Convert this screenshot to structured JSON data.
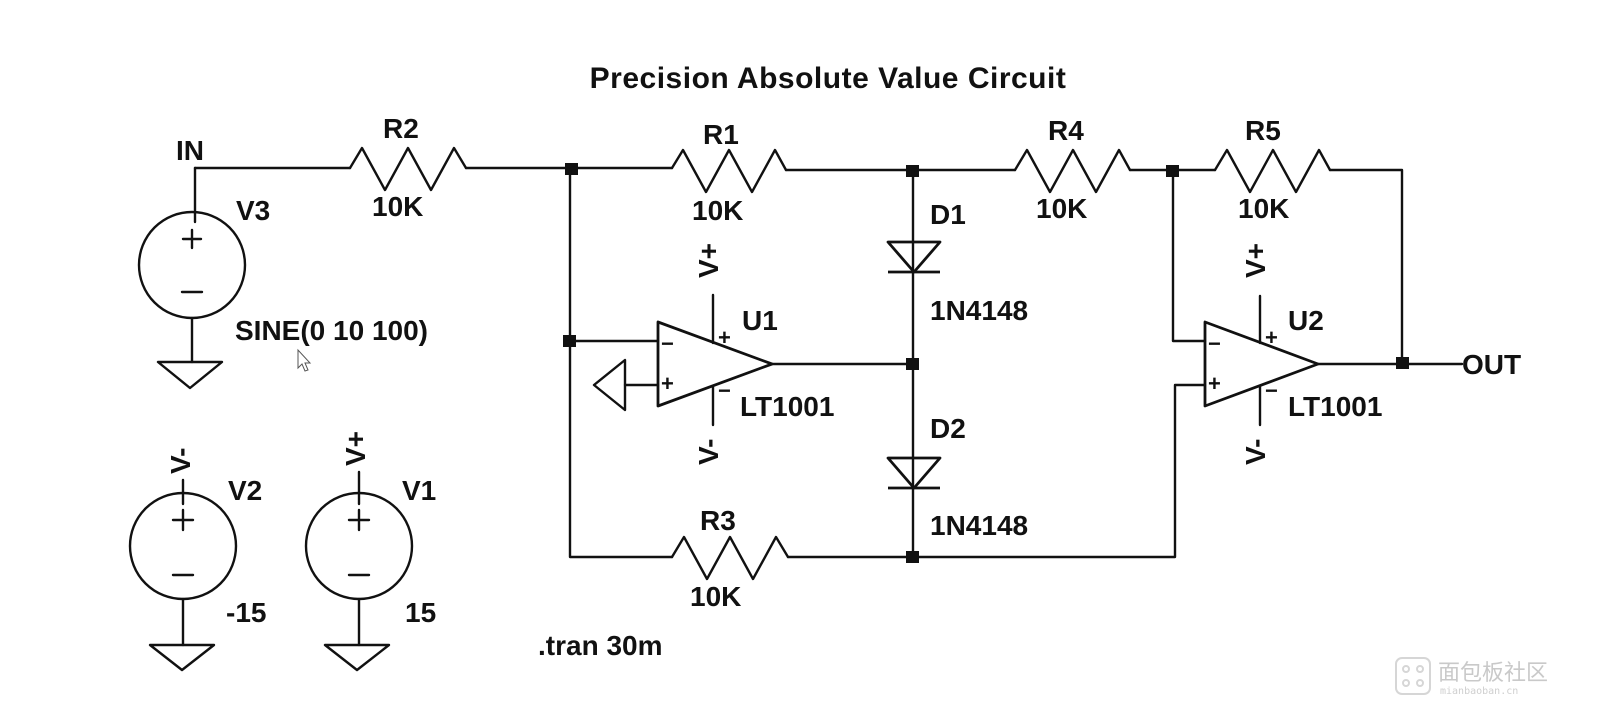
{
  "title": "Precision Absolute Value Circuit",
  "net_labels": {
    "input": "IN",
    "output": "OUT"
  },
  "sources": {
    "v3": {
      "name": "V3",
      "value": "SINE(0 10 100)"
    },
    "v2": {
      "name": "V2",
      "value": "-15",
      "net": "V-"
    },
    "v1": {
      "name": "V1",
      "value": "15",
      "net": "V+"
    }
  },
  "resistors": {
    "r2": {
      "name": "R2",
      "value": "10K"
    },
    "r1": {
      "name": "R1",
      "value": "10K"
    },
    "r4": {
      "name": "R4",
      "value": "10K"
    },
    "r5": {
      "name": "R5",
      "value": "10K"
    },
    "r3": {
      "name": "R3",
      "value": "10K"
    }
  },
  "diodes": {
    "d1": {
      "name": "D1",
      "model": "1N4148"
    },
    "d2": {
      "name": "D2",
      "model": "1N4148"
    }
  },
  "opamps": {
    "u1": {
      "name": "U1",
      "model": "LT1001",
      "vpos": "V+",
      "vneg": "V-"
    },
    "u2": {
      "name": "U2",
      "model": "LT1001",
      "vpos": "V+",
      "vneg": "V-"
    }
  },
  "pins": {
    "plus": "+",
    "minus": "−"
  },
  "directive": ".tran 30m",
  "watermark": {
    "text": "面包板社区",
    "sub": "mianbaoban.cn"
  }
}
